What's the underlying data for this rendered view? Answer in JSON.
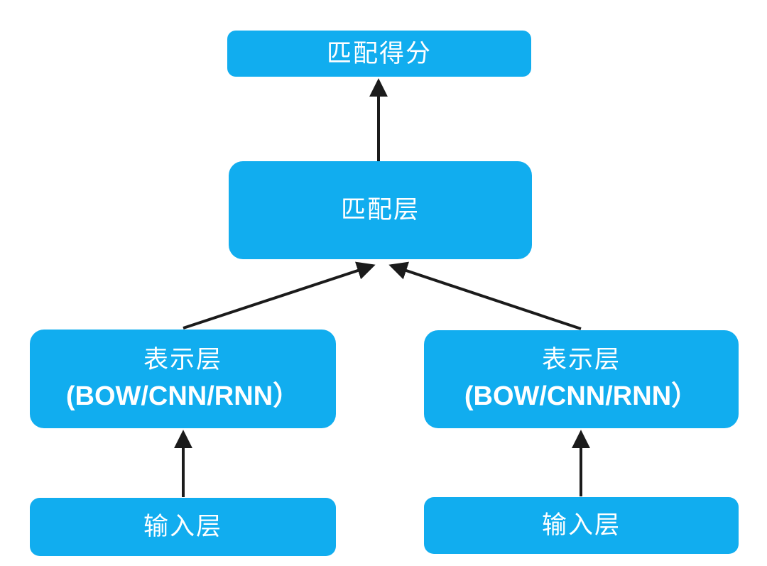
{
  "diagram": {
    "accent_color": "#11ADEF",
    "arrow_color": "#1b1b1b",
    "text_color": "#ffffff",
    "background_color": "#ffffff",
    "nodes": {
      "score": {
        "label": "匹配得分"
      },
      "match": {
        "label": "匹配层"
      },
      "rep_left": {
        "line1": "表示层",
        "line2": "(BOW/CNN/RNN）"
      },
      "rep_right": {
        "line1": "表示层",
        "line2": "(BOW/CNN/RNN）"
      },
      "input_left": {
        "label": "输入层"
      },
      "input_right": {
        "label": "输入层"
      }
    },
    "edges": [
      {
        "from": "match",
        "to": "score"
      },
      {
        "from": "rep_left",
        "to": "match"
      },
      {
        "from": "rep_right",
        "to": "match"
      },
      {
        "from": "input_left",
        "to": "rep_left"
      },
      {
        "from": "input_right",
        "to": "rep_right"
      }
    ]
  }
}
